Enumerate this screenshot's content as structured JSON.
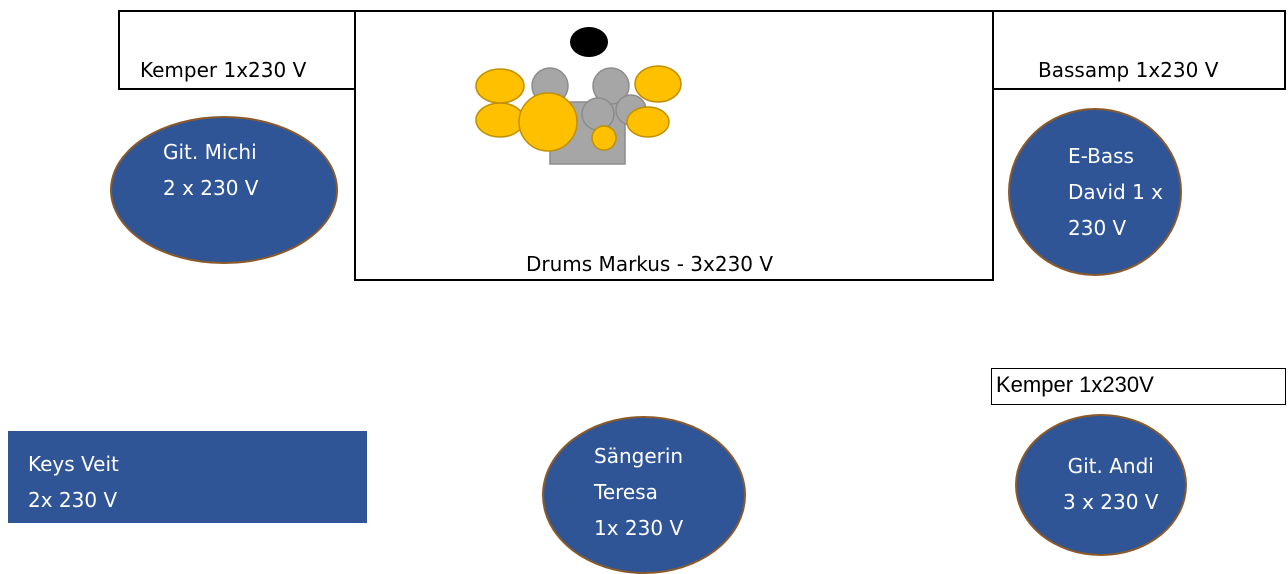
{
  "diagram": {
    "drum_box_label": "Drums Markus - 3x230 V",
    "kemper_left_label": "Kemper 1x230 V",
    "bassamp_label": "Bassamp 1x230 V",
    "kemper_right_label": "Kemper 1x230V",
    "git_michi": {
      "line1": "Git. Michi",
      "line2": "2 x 230 V"
    },
    "e_bass": {
      "line1": "E-Bass",
      "line2": "David 1 x",
      "line3": "230 V"
    },
    "keys": {
      "line1": "Keys Veit",
      "line2": "2x 230 V"
    },
    "saengerin": {
      "line1": "Sängerin",
      "line2": "Teresa",
      "line3": "1x 230 V"
    },
    "git_andi": {
      "line1": "Git. Andi",
      "line2": "3 x 230 V"
    },
    "colors": {
      "musician_fill": "#2F5597",
      "musician_outline": "#8B5A2B",
      "cymbal": "#FFC000",
      "drum_gray": "#A6A6A6"
    },
    "icons": [
      "drum-kit-icon"
    ]
  }
}
